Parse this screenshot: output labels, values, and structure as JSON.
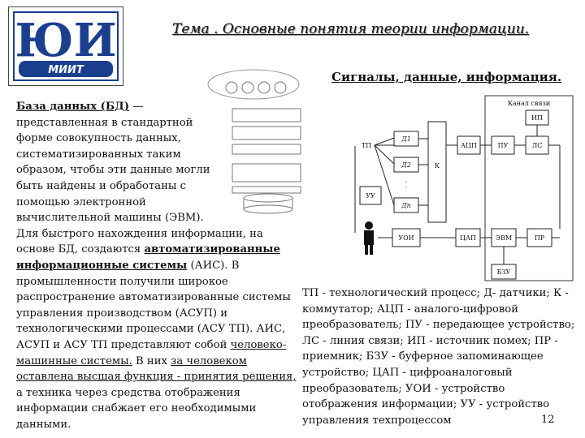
{
  "header": {
    "logo": {
      "top_letters": "ЮИ",
      "bottom_text": "МИИТ"
    },
    "title": "Тема . Основные понятия теории информации.",
    "subtitle": "Сигналы, данные, информация."
  },
  "left_text": {
    "term": "База данных (БД)",
    "dash": " —",
    "def_lines": [
      "представленная в стандартной",
      "форме совокупность данных,",
      "систематизированных таким",
      "образом, чтобы эти данные могли",
      "быть найдены и обработаны с",
      "помощью электронной",
      "вычислительной машины (ЭВМ)."
    ],
    "p2_intro": "Для быстрого нахождения информации, на основе БД, создаются ",
    "p2_ais": "автоматизированные информационные системы",
    "p2_ais_abbr": " (АИС). В промышленности получили широкое распространение автоматизированные системы управления производством (АСУП) и технологическими процессами (АСУ ТП). АИС, АСУП и АСУ ТП представляют собой ",
    "p2_hm": "человеко-машинные системы.",
    "p2_mid": " В них ",
    "p2_human": "за человеком оставлена высшая функция - принятия решения,",
    "p2_end": " а техника через средства отображения информации снабжает его необходимыми данными."
  },
  "diagram": {
    "labels": {
      "comm_channel": "Канал связи",
      "tp": "ТП",
      "d1": "Д1",
      "d2": "Д2",
      "dn": "Дn",
      "k": "К",
      "adc": "АЦП",
      "pu": "ПУ",
      "ls": "ЛС",
      "ip": "ИП",
      "uu": "УУ",
      "uoi": "УОИ",
      "dac": "ЦАП",
      "evm": "ЭВМ",
      "pr": "ПР",
      "bzu": "БЗУ"
    }
  },
  "legend": {
    "text": "ТП - технологический процесс; Д- датчики; К - коммутатор; АЦП - аналого-цифровой преобразователь; ПУ - передающее устройство; ЛС - линия связи; ИП - источник помех; ПР - приемник; БЗУ - буферное запоминающее устройство; ЦАП - цифроаналоговый преобразователь; УОИ - устройство отображения информации; УУ - устройство управления техпроцессом"
  },
  "page_number": "12",
  "colors": {
    "logo_blue": "#1b3f8f",
    "text": "#111111"
  }
}
